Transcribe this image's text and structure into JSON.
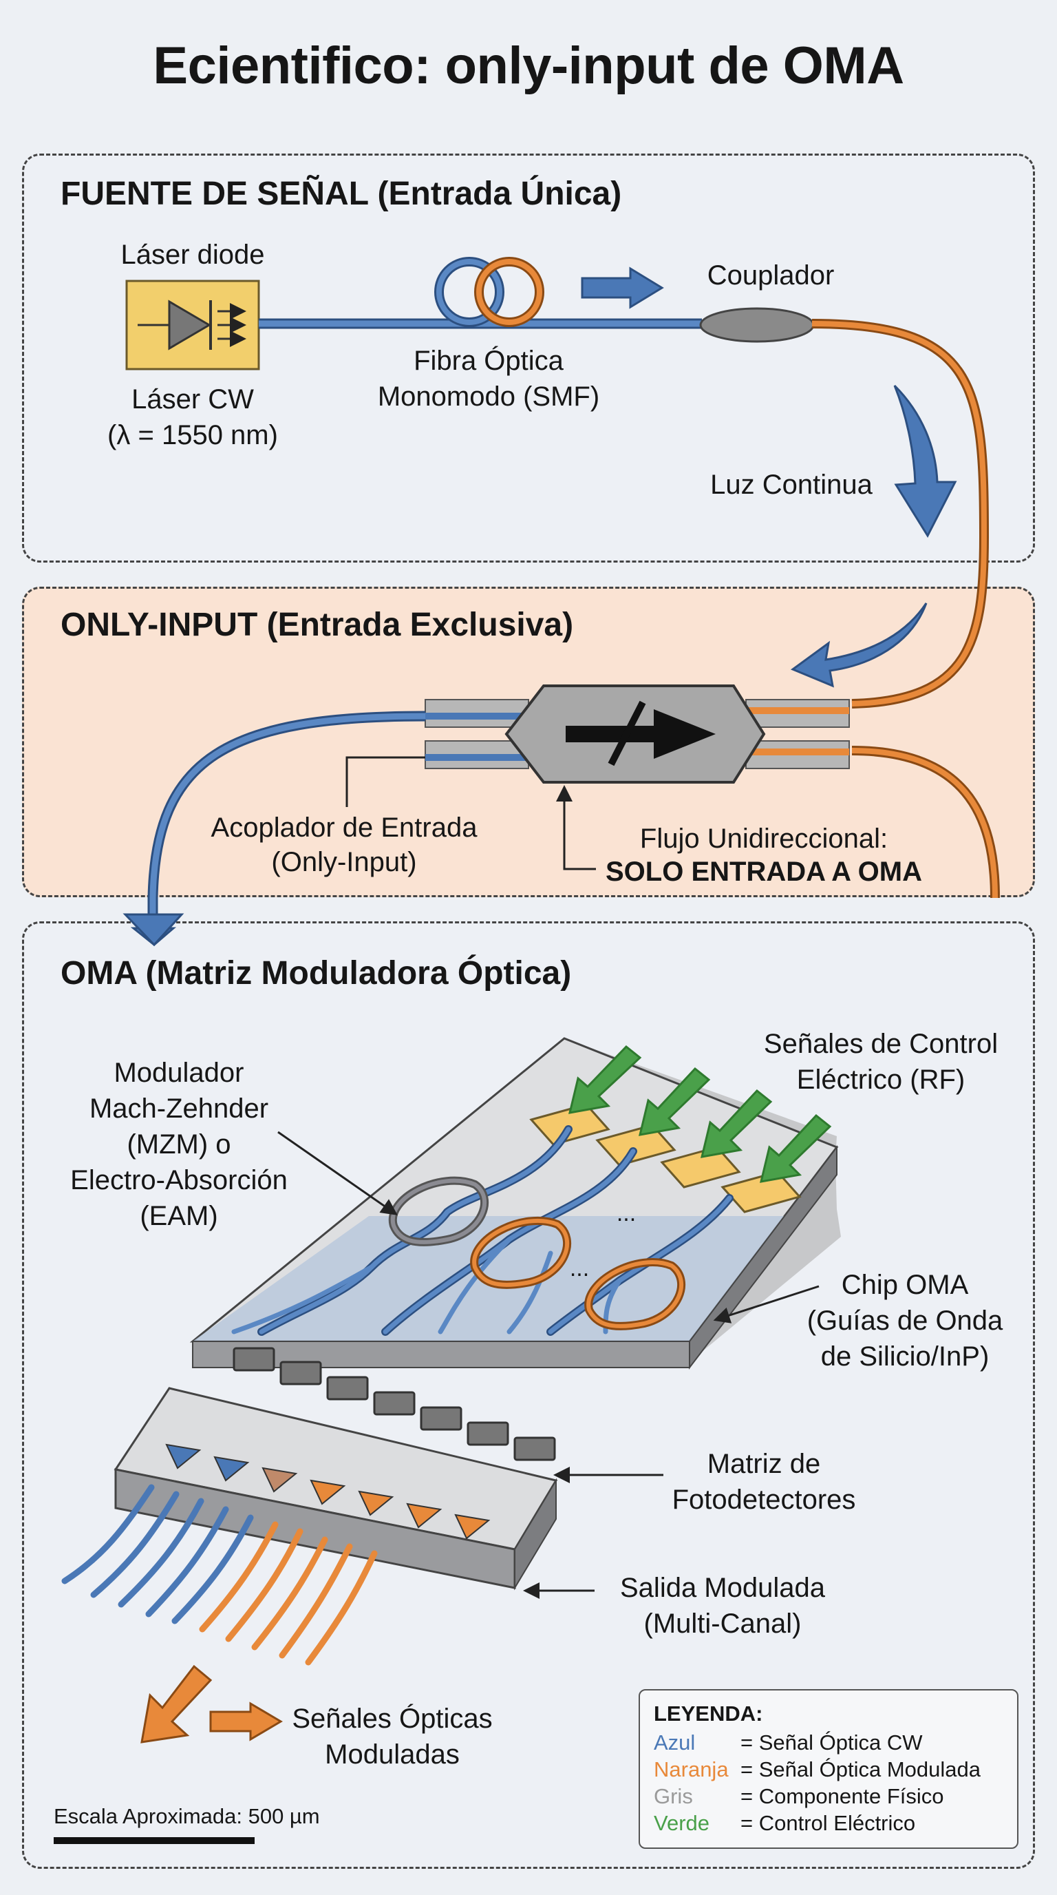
{
  "title": "Ecientifico: only-input de OMA",
  "sections": {
    "source": {
      "title": "FUENTE DE SEÑAL (Entrada Única)",
      "laser_top": "Láser diode",
      "laser_bottom": "Láser CW",
      "wavelength": "(λ = 1550 nm)",
      "fiber_1": "Fibra Óptica",
      "fiber_2": "Monomodo (SMF)",
      "coupler": "Couplador",
      "cw_light": "Luz Continua"
    },
    "only_input": {
      "title": "ONLY-INPUT (Entrada Exclusiva)",
      "coupler_1": "Acoplador de Entrada",
      "coupler_2": "(Only-Input)",
      "flow_1": "Flujo Unidireccional:",
      "flow_2": "SOLO ENTRADA A OMA"
    },
    "oma": {
      "title": "OMA (Matriz Moduladora Óptica)",
      "modulator_1": "Modulador",
      "modulator_2": "Mach-Zehnder",
      "modulator_3": "(MZM) o",
      "modulator_4": "Electro-Absorción",
      "modulator_5": "(EAM)",
      "control_1": "Señales de Control",
      "control_2": "Eléctrico (RF)",
      "chip_1": "Chip OMA",
      "chip_2": "(Guías de Onda",
      "chip_3": "de Silicio/InP)",
      "detectors_1": "Matriz de",
      "detectors_2": "Fotodetectores",
      "output_1": "Salida Modulada",
      "output_2": "(Multi-Canal)",
      "signals_1": "Señales Ópticas",
      "signals_2": "Moduladas",
      "ellipsis": "..."
    }
  },
  "legend": {
    "title": "LEYENDA:",
    "items": [
      {
        "key": "Azul",
        "desc": "= Señal Óptica CW",
        "color": "#4a78b6"
      },
      {
        "key": "Naranja",
        "desc": "= Señal Óptica Modulada",
        "color": "#e8893a"
      },
      {
        "key": "Gris",
        "desc": "= Componente Físico",
        "color": "#9a9a9a"
      },
      {
        "key": "Verde",
        "desc": "= Control Eléctrico",
        "color": "#4aa04a"
      }
    ]
  },
  "scale": "Escala Aproximada: 500 µm",
  "colors": {
    "blue": "#4a78b6",
    "orange": "#e8893a",
    "gray": "#9a9a9a",
    "green": "#4aa04a",
    "laser_yellow": "#f2cf6c",
    "pad_yellow": "#f5c96b"
  }
}
